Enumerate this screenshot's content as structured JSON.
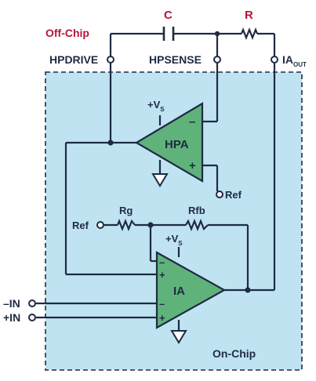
{
  "labels": {
    "off_chip": "Off-Chip",
    "on_chip": "On-Chip",
    "cap": "C",
    "res": "R",
    "hpdrive": "HPDRIVE",
    "hpsense": "HPSENSE",
    "ia_out": "IA",
    "ia_out_sub": "OUT",
    "hpa": "HPA",
    "ia": "IA",
    "vs": "+V",
    "vs_sub": "S",
    "ref": "Ref",
    "rg": "Rg",
    "rfb": "Rfb",
    "minus_in": "–IN",
    "plus_in": "+IN",
    "minus": "–",
    "plus": "+"
  },
  "colors": {
    "chip_fill": "#bfe3f1",
    "amp_fill": "#5fb27a",
    "wire": "#1f2a44",
    "accent_red": "#b5173b"
  }
}
